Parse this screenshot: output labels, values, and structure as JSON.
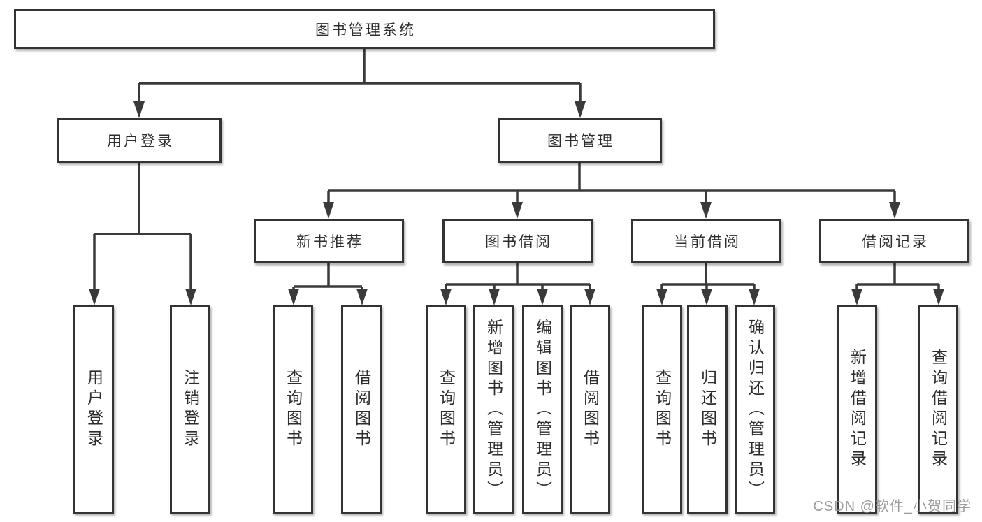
{
  "title": {
    "label": "图书管理系统"
  },
  "level2": [
    {
      "label": "用户登录"
    },
    {
      "label": "图书管理"
    }
  ],
  "level3": [
    {
      "label": "新书推荐"
    },
    {
      "label": "图书借阅"
    },
    {
      "label": "当前借阅"
    },
    {
      "label": "借阅记录"
    }
  ],
  "leaves": [
    {
      "label": "用户登录"
    },
    {
      "label": "注销登录"
    },
    {
      "label": "查询图书"
    },
    {
      "label": "借阅图书"
    },
    {
      "label": "查询图书"
    },
    {
      "label": "新增图书（管理员）"
    },
    {
      "label": "编辑图书（管理员）"
    },
    {
      "label": "借阅图书"
    },
    {
      "label": "查询图书"
    },
    {
      "label": "归还图书"
    },
    {
      "label": "确认归还（管理员）"
    },
    {
      "label": "新增借阅记录"
    },
    {
      "label": "查询借阅记录"
    }
  ],
  "watermark": "CSDN @软件_小贺同学",
  "colors": {
    "line": "#3a3a3a",
    "border": "#333333",
    "text": "#2d2d2d",
    "watermark": "#949494",
    "background": "#ffffff"
  }
}
